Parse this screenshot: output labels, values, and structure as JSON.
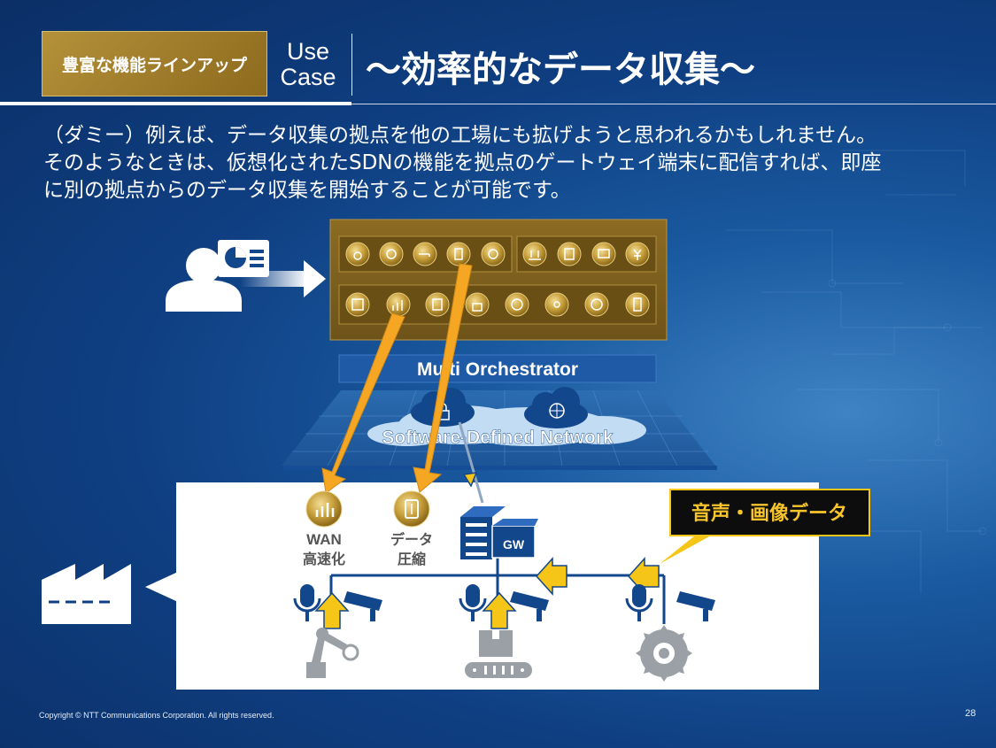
{
  "header": {
    "badge": "豊富な機能ラインアップ",
    "usecase_line1": "Use",
    "usecase_line2": "Case",
    "title": "～効率的なデータ収集～"
  },
  "body": {
    "line1": "（ダミー）例えば、データ収集の拠点を他の工場にも拡げようと思われるかもしれません。",
    "line2": "そのようなときは、仮想化されたSDNの機能を拠点のゲートウェイ端末に配信すれば、即座",
    "line3": "に別の拠点からのデータ収集を開始することが可能です。"
  },
  "diagram": {
    "orchestrator_label": "Multi Orchestrator",
    "sdn_label": "Software-Defined Network",
    "gw_label": "GW",
    "callout": "音声・画像データ",
    "functions": [
      {
        "line1": "WAN",
        "line2": "高速化",
        "icon": "bar-chart-up-icon"
      },
      {
        "line1": "データ",
        "line2": "圧縮",
        "icon": "document-compress-icon"
      }
    ],
    "icons_top_row": [
      "money-bag-icon",
      "sync-icon",
      "key-icon",
      "document-icon",
      "brain-icon",
      "people-icon",
      "file-icon",
      "mail-icon",
      "yen-icon"
    ],
    "icons_bottom_row": [
      "grid-icon",
      "bar-chart-up-icon",
      "document-icon",
      "lock-icon",
      "globe-icon",
      "network-icon",
      "globe-icon",
      "tablet-icon"
    ],
    "colors": {
      "gold": "#c9a13d",
      "arrow_orange": "#f5a623",
      "arrow_yellow": "#f5c518",
      "callout_bg": "#0d0d0d",
      "callout_text": "#f7c52b",
      "navy": "#13478c"
    }
  },
  "footer": {
    "copyright": "Copyright © NTT Communications Corporation. All rights reserved.",
    "page_number": "28"
  }
}
